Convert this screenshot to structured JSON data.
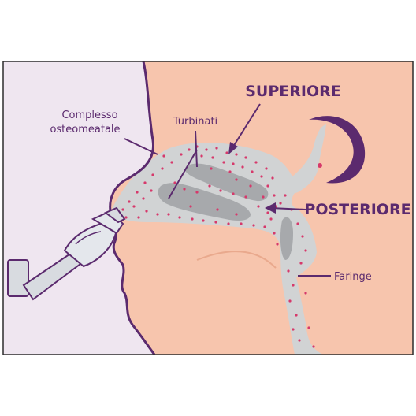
{
  "labels": {
    "complesso_line1": "Complesso",
    "complesso_line2": "osteomeatale",
    "turbinati": "Turbinati",
    "superiore": "SUPERIORE",
    "posteriore": "POSTERIORE",
    "faringe": "Faringe"
  },
  "colors": {
    "background_bleed": "#efe6f0",
    "skin": "#f7c5ad",
    "airway": "#d1d3d4",
    "turbinate": "#a7a9ac",
    "particles": "#d6396b",
    "outline": "#5b2a6e",
    "label_text": "#5b2a6e",
    "device_body": "#d8dbe0",
    "frame": "#2d2d2d"
  },
  "icons": [
    "nasal-spray-device-icon"
  ]
}
